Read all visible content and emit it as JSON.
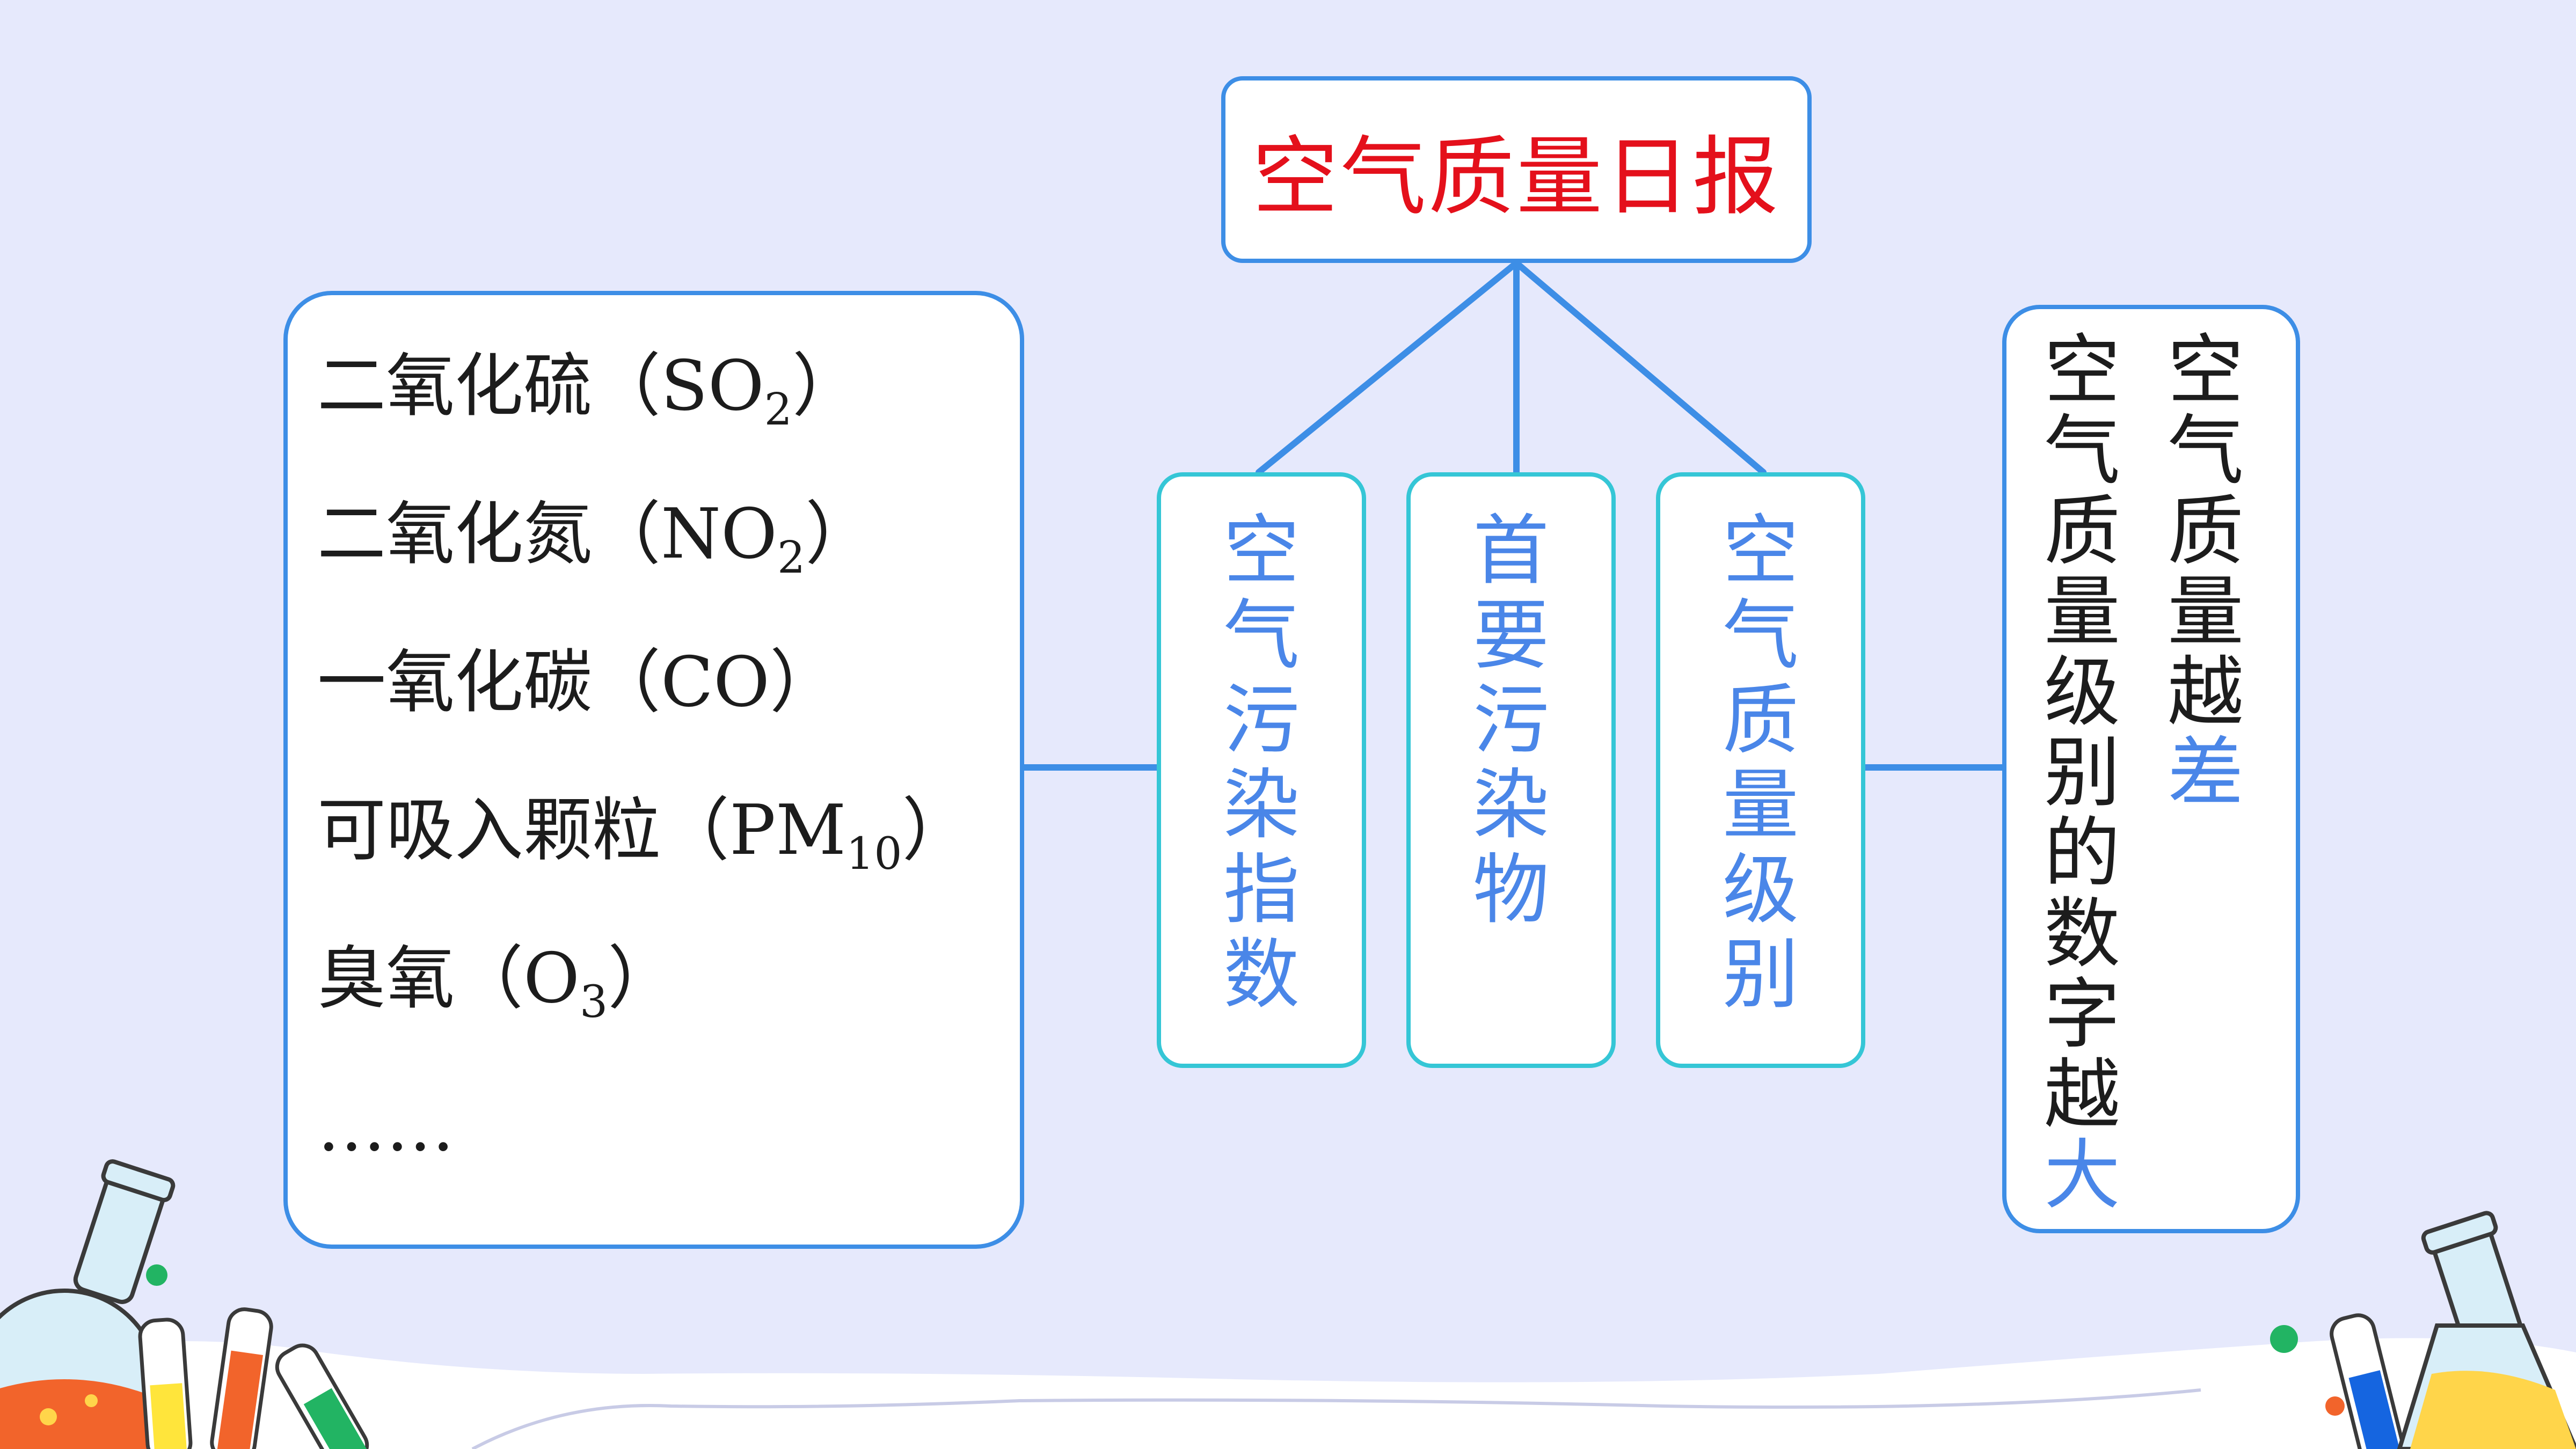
{
  "diagram": {
    "title": "空气质量日报",
    "pollutants": [
      {
        "name": "二氧化硫（SO",
        "sub": "2",
        "tail": "）"
      },
      {
        "name": "二氧化氮（NO",
        "sub": "2",
        "tail": "）"
      },
      {
        "name": "一氧化碳（CO）",
        "sub": "",
        "tail": ""
      },
      {
        "name": "可吸入颗粒（PM",
        "sub": "10",
        "tail": "）"
      },
      {
        "name": "臭氧（O",
        "sub": "3",
        "tail": "）"
      },
      {
        "name": "……",
        "sub": "",
        "tail": ""
      }
    ],
    "branches": [
      {
        "text": "空气污染指数"
      },
      {
        "text": "首要污染物"
      },
      {
        "text": "空气质量级别"
      }
    ],
    "explanation": {
      "col_left_plain": "空气质量级别的数字越",
      "col_left_highlight": "大",
      "col_right_plain": "空气质量越",
      "col_right_highlight": "差"
    }
  },
  "colors": {
    "background": "#e6e9fc",
    "box_border": "#3d8ee6",
    "branch_border": "#35c6d6",
    "title_text": "#e4101b",
    "accent_text": "#4a86e8"
  }
}
